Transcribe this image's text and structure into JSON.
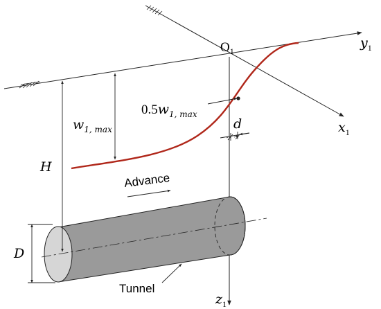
{
  "labels": {
    "origin": "O",
    "origin_sub": "1",
    "y_axis": "y",
    "y_axis_sub": "1",
    "x_axis": "x",
    "x_axis_sub": "1",
    "z_axis": "z",
    "z_axis_sub": "1",
    "w_max": "w",
    "w_max_sub": "1, max",
    "half_w_coef": "0.5",
    "half_w": "w",
    "half_w_sub": "1, max",
    "d": "d",
    "H": "H",
    "D": "D",
    "advance": "Advance",
    "tunnel": "Tunnel"
  },
  "colors": {
    "settlement_curve": "#b0271a",
    "tunnel_body": "#9a9a9a",
    "tunnel_face": "#d6d6d6",
    "line": "#222222"
  }
}
